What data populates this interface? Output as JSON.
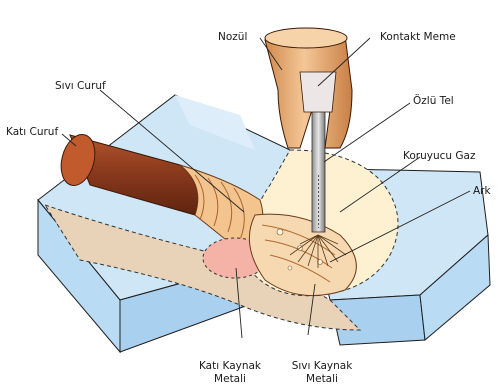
{
  "labels": {
    "nozzle": "Nozül",
    "contact_tip": "Kontakt Meme",
    "liquid_slag": "Sıvı Curuf",
    "flux_cored_wire": "Özlü Tel",
    "solid_slag": "Katı Curuf",
    "shielding_gas": "Koruyucu Gaz",
    "arc": "Ark",
    "solid_weld_metal_line1": "Katı Kaynak",
    "solid_weld_metal_line2": "Metali",
    "liquid_weld_metal_line1": "Sıvı Kaynak",
    "liquid_weld_metal_line2": "Metali"
  },
  "colors": {
    "plate_top": "#cfe6f7",
    "plate_side": "#a9d0ee",
    "bead_dark": "#8b3a1d",
    "bead_light": "#f3c48e",
    "nozzle": "#e9b27a",
    "gas": "#fdf1d2",
    "pool": "#f6d9b0"
  }
}
